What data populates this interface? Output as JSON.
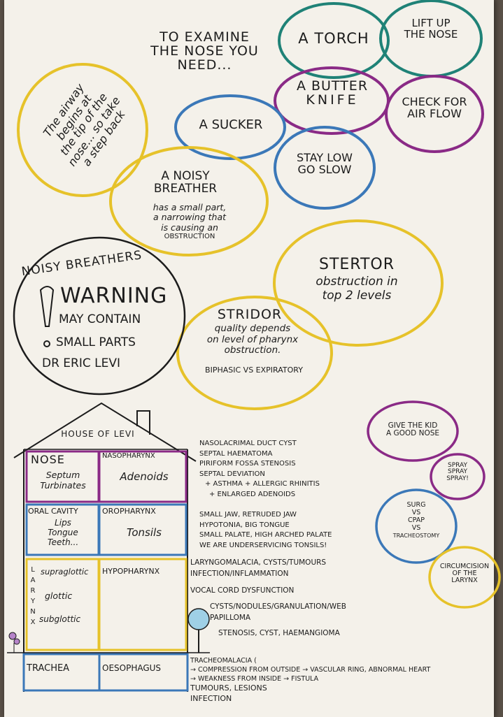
{
  "colors": {
    "yellow": "#e6c22a",
    "blue": "#3b78b8",
    "purple": "#8a2a86",
    "teal": "#1f8277",
    "ink": "#1c1c1c"
  },
  "header": {
    "line1": "TO EXAMINE",
    "line2": "THE NOSE YOU",
    "line3": "NEED..."
  },
  "bubbles": {
    "torch": "A TORCH",
    "lift_nose": [
      "LIFT UP",
      "THE NOSE"
    ],
    "butter_knife": [
      "A BUTTER",
      "KNIFE"
    ],
    "check_airflow": [
      "CHECK FOR",
      "AIR FLOW"
    ],
    "sucker": "A SUCKER",
    "stay_low": [
      "STAY LOW",
      "GO SLOW"
    ],
    "airway": [
      "The airway",
      "begins at",
      "the tip of the",
      "nose... so take",
      "a step back"
    ],
    "noisy_breather_title": [
      "A NOISY",
      "BREATHER"
    ],
    "noisy_breather_body": [
      "has a small part,",
      "a narrowing that",
      "is causing an",
      "OBSTRUCTION"
    ],
    "stertor_title": "STERTOR",
    "stertor_body": [
      "obstruction in",
      "top 2 levels"
    ],
    "stridor_title": "STRIDOR",
    "stridor_body": [
      "quality depends",
      "on level of pharynx",
      "obstruction."
    ],
    "stridor_foot": "BIPHASIC VS EXPIRATORY",
    "warning_lines": [
      "NOISY BREATHERS",
      "WARNING",
      "MAY CONTAIN",
      "SMALL PARTS",
      "DR ERIC LEVI"
    ],
    "give_kid": [
      "GIVE THE KID",
      "A GOOD NOSE"
    ],
    "spray": [
      "SPRAY",
      "SPRAY",
      "SPRAY!"
    ],
    "surg": [
      "SURG",
      "VS",
      "CPAP",
      "VS",
      "TRACHEOSTOMY"
    ],
    "circumcision": [
      "CIRCUMCISION",
      "OF THE",
      "LARYNX"
    ]
  },
  "house": {
    "title": "HOUSE OF LEVI",
    "nose": "NOSE",
    "nose_sub": [
      "Septum",
      "Turbinates"
    ],
    "nasopharynx": "NASOPHARYNX",
    "nasopharynx_sub": "Adenoids",
    "oral_cavity": "ORAL CAVITY",
    "oral_sub": [
      "Lips",
      "Tongue",
      "Teeth..."
    ],
    "oropharynx": "OROPHARYNX",
    "oropharynx_sub": "Tonsils",
    "larynx_letters": [
      "L",
      "A",
      "R",
      "Y",
      "N",
      "X"
    ],
    "larynx_sub": [
      "supraglottic",
      "glottic",
      "subglottic"
    ],
    "hypopharynx": "HYPOPHARYNX",
    "trachea": "TRACHEA",
    "oesophagus": "OESOPHAGUS"
  },
  "notes": {
    "nose": [
      "NASOLACRIMAL DUCT CYST",
      "SEPTAL HAEMATOMA",
      "PIRIFORM FOSSA STENOSIS",
      "SEPTAL DEVIATION",
      "+ ASTHMA + ALLERGIC RHINITIS",
      "+ ENLARGED ADENOIDS"
    ],
    "oral": [
      "SMALL JAW, RETRUDED JAW",
      "HYPOTONIA, BIG TONGUE",
      "SMALL PALATE, HIGH ARCHED PALATE",
      "WE ARE UNDERSERVICING TONSILS!"
    ],
    "larynx": [
      "LARYNGOMALACIA, CYSTS/TUMOURS",
      "INFECTION/INFLAMMATION",
      "VOCAL CORD DYSFUNCTION",
      "CYSTS/NODULES/GRANULATION/WEB",
      "PAPILLOMA",
      "STENOSIS, CYST, HAEMANGIOMA"
    ],
    "trachea": [
      "TRACHEOMALACIA (",
      "→ COMPRESSION FROM OUTSIDE → VASCULAR RING, ABNORMAL HEART",
      "→ WEAKNESS   FROM INSIDE → FISTULA",
      "TUMOURS, LESIONS",
      "INFECTION"
    ]
  }
}
